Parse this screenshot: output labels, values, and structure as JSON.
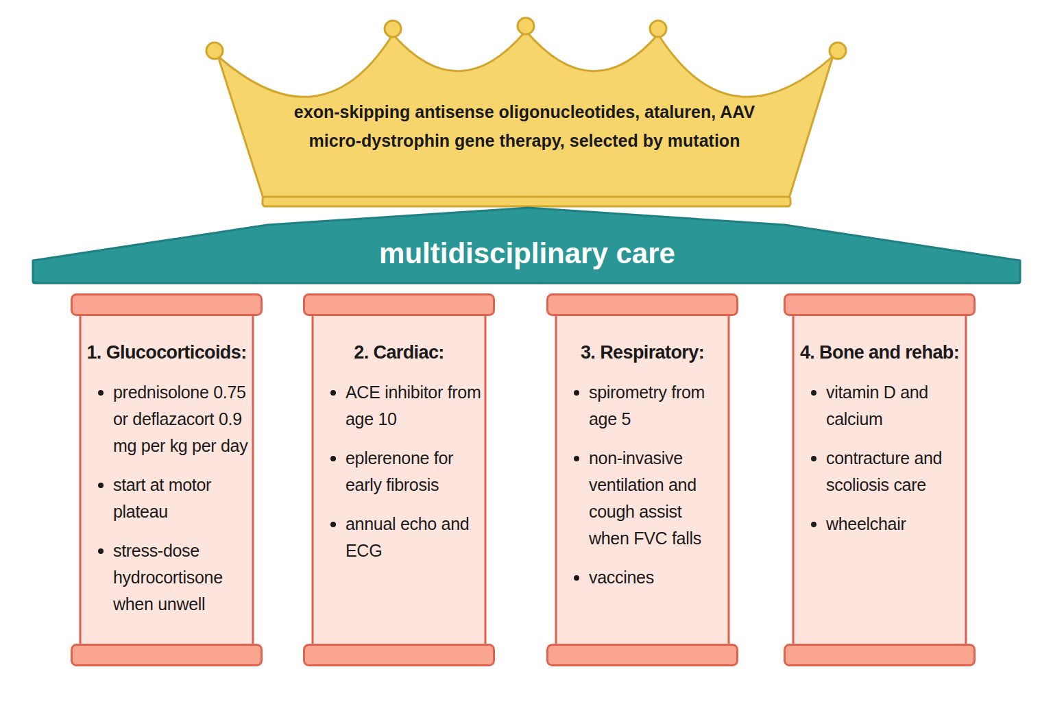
{
  "diagram": {
    "nodes": [
      {
        "text": [
          "exon-skipping antisense oligonucleotides, ataluren, AAV micro-dystrophin gene therapy, selected by mutation"
        ]
      },
      {
        "text": [
          "multidisciplinary care"
        ]
      },
      {
        "text": [
          "1. Glucocorticoids:",
          "prednisolone 0.75 or deflazacort 0.9 mg per kg per day",
          "start at motor plateau",
          "stress-dose hydrocortisone when unwell"
        ]
      },
      {
        "text": [
          "2. Cardiac:",
          "ACE inhibitor from age 10",
          "eplerenone for early fibrosis",
          "annual echo and ECG"
        ]
      },
      {
        "text": [
          "3. Respiratory:",
          "spirometry from age 5",
          "non-invasive ventilation and cough assist when FVC falls",
          "vaccines"
        ]
      },
      {
        "text": [
          "4. Bone and rehab:",
          "vitamin D and calcium",
          "contracture and scoliosis care",
          "wheelchair"
        ]
      }
    ]
  }
}
